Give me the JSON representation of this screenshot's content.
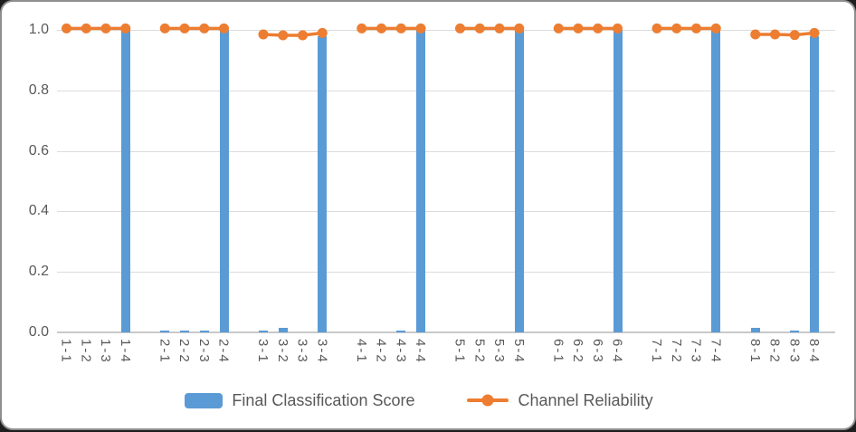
{
  "chart_data": {
    "type": "bar",
    "title": "",
    "xlabel": "",
    "ylabel": "",
    "grid": true,
    "legend_position": "bottom",
    "ylim": [
      0,
      1.06
    ],
    "yticks": [
      {
        "label": "0.0",
        "value": 0.0
      },
      {
        "label": "0.2",
        "value": 0.2
      },
      {
        "label": "0.4",
        "value": 0.4
      },
      {
        "label": "0.6",
        "value": 0.6
      },
      {
        "label": "0.8",
        "value": 0.8
      },
      {
        "label": "1.0",
        "value": 1.0
      }
    ],
    "group_size": 4,
    "categories": [
      "1-1",
      "1-2",
      "1-3",
      "1-4",
      "2-1",
      "2-2",
      "2-3",
      "2-4",
      "3-1",
      "3-2",
      "3-3",
      "3-4",
      "4-1",
      "4-2",
      "4-3",
      "4-4",
      "5-1",
      "5-2",
      "5-3",
      "5-4",
      "6-1",
      "6-2",
      "6-3",
      "6-4",
      "7-1",
      "7-2",
      "7-3",
      "7-4",
      "8-1",
      "8-2",
      "8-3",
      "8-4"
    ],
    "series": [
      {
        "name": "Final Classification Score",
        "type": "bar",
        "color": "#5B9BD5",
        "values": [
          0,
          0,
          0,
          1.0,
          0.005,
          0.005,
          0.005,
          1.0,
          0.005,
          0.015,
          0,
          0.98,
          0,
          0,
          0.005,
          1.0,
          0,
          0,
          0,
          1.0,
          0,
          0,
          0,
          1.0,
          0,
          0,
          0,
          1.0,
          0.015,
          0,
          0.005,
          0.98
        ]
      },
      {
        "name": "Channel Reliability",
        "type": "line",
        "color": "#ED7D31",
        "line_broken_between_groups": true,
        "values": [
          1.005,
          1.005,
          1.005,
          1.005,
          1.005,
          1.005,
          1.005,
          1.005,
          0.985,
          0.982,
          0.982,
          0.99,
          1.005,
          1.005,
          1.005,
          1.005,
          1.005,
          1.005,
          1.005,
          1.005,
          1.005,
          1.005,
          1.005,
          1.005,
          1.005,
          1.005,
          1.005,
          1.005,
          0.985,
          0.985,
          0.983,
          0.99
        ]
      }
    ],
    "colors": {
      "axis_text": "#595959",
      "gridline": "#dcdcdc",
      "axis_line": "#c9c9c9"
    }
  },
  "legend": {
    "bar_label": "Final Classification Score",
    "line_label": "Channel Reliability"
  }
}
